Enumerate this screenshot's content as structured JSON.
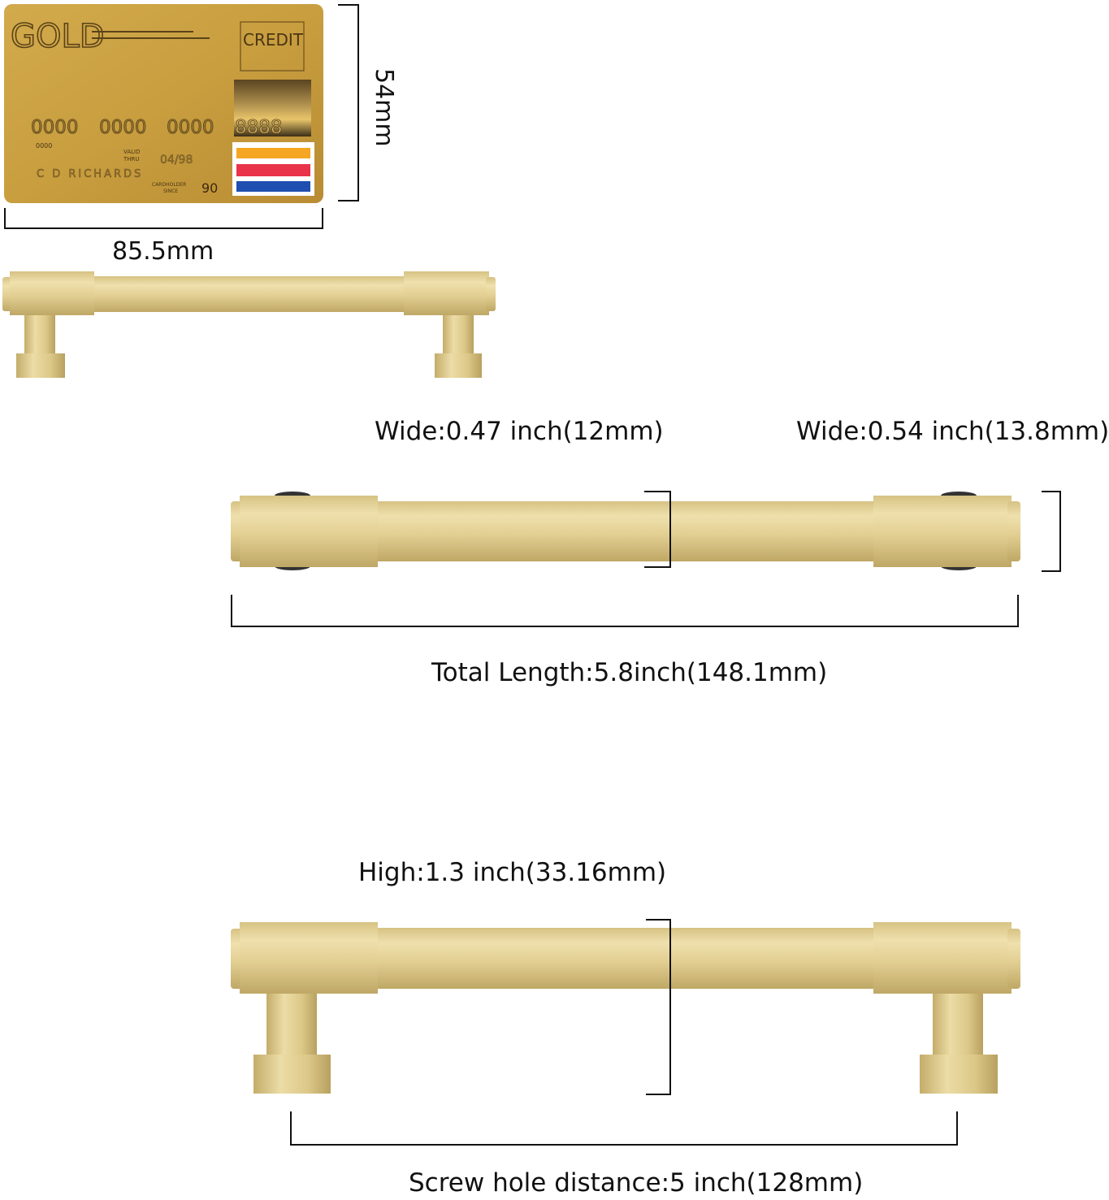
{
  "card": {
    "brand": "GOLD",
    "type": "CREDIT",
    "number_groups": [
      "0000",
      "0000",
      "0000",
      "8888"
    ],
    "small_number": "0000",
    "valid_label": "VALID THRU",
    "valid_date": "04/98",
    "holder_name": "C D RICHARDS",
    "since_label": "CARDHOLDER SINCE",
    "since_value": "90",
    "stripe_colors": [
      "#f5a623",
      "#e8334a",
      "#1f4fb0"
    ]
  },
  "dimensions": {
    "card_height": "54mm",
    "card_width": "85.5mm",
    "wide_bar": "Wide:0.47 inch(12mm)",
    "wide_end": "Wide:0.54 inch(13.8mm)",
    "total_length": "Total Length:5.8inch(148.1mm)",
    "high": "High:1.3 inch(33.16mm)",
    "screw_distance": "Screw hole distance:5 inch(128mm)"
  },
  "colors": {
    "gold_light": "#e8d59c",
    "gold_mid": "#d8c27f",
    "gold_dark": "#b9a25e",
    "card_gold": "#c9a043"
  }
}
